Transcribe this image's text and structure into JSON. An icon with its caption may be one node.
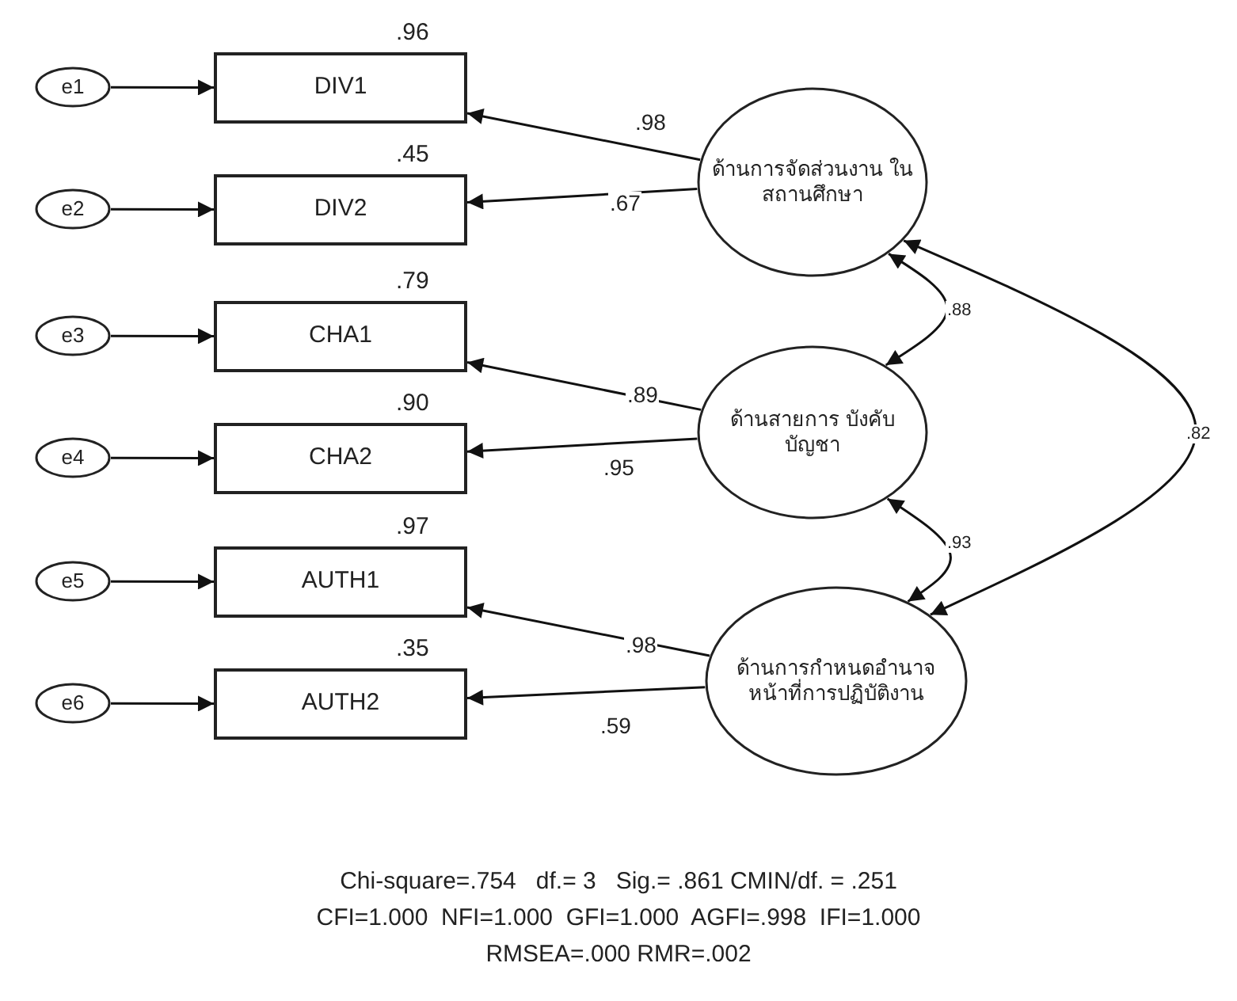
{
  "diagram": {
    "nodes": [
      {
        "text": [
          "e1"
        ]
      },
      {
        "text": [
          "e2"
        ]
      },
      {
        "text": [
          "e3"
        ]
      },
      {
        "text": [
          "e4"
        ]
      },
      {
        "text": [
          "e5"
        ]
      },
      {
        "text": [
          "e6"
        ]
      },
      {
        "text": [
          "DIV1"
        ],
        "beside": [
          ".96"
        ]
      },
      {
        "text": [
          "DIV2"
        ],
        "beside": [
          ".45"
        ]
      },
      {
        "text": [
          "CHA1"
        ],
        "beside": [
          ".79"
        ]
      },
      {
        "text": [
          "CHA2"
        ],
        "beside": [
          ".90"
        ]
      },
      {
        "text": [
          "AUTH1"
        ],
        "beside": [
          ".97"
        ]
      },
      {
        "text": [
          "AUTH2"
        ],
        "beside": [
          ".35"
        ]
      },
      {
        "text": [
          "ด้านการจัดส่วนงาน ในสถานศึกษา"
        ]
      },
      {
        "text": [
          "ด้านสายการ บังคับบัญชา"
        ]
      },
      {
        "text": [
          "ด้านการกำหนดอำนาจ หน้าที่การปฏิบัติงาน"
        ]
      }
    ],
    "edges": [
      {
        "from": 0,
        "to": 6,
        "arrow": "to"
      },
      {
        "from": 1,
        "to": 7,
        "arrow": "to"
      },
      {
        "from": 2,
        "to": 8,
        "arrow": "to"
      },
      {
        "from": 3,
        "to": 9,
        "arrow": "to"
      },
      {
        "from": 4,
        "to": 10,
        "arrow": "to"
      },
      {
        "from": 5,
        "to": 11,
        "arrow": "to"
      },
      {
        "from": 12,
        "to": 6,
        "arrow": "to",
        "label": ".98"
      },
      {
        "from": 12,
        "to": 7,
        "arrow": "to",
        "label": ".67"
      },
      {
        "from": 13,
        "to": 8,
        "arrow": "to",
        "label": ".89"
      },
      {
        "from": 13,
        "to": 9,
        "arrow": "to",
        "label": ".95"
      },
      {
        "from": 14,
        "to": 10,
        "arrow": "to",
        "label": ".98"
      },
      {
        "from": 14,
        "to": 11,
        "arrow": "to",
        "label": ".59"
      },
      {
        "from": 12,
        "to": 13,
        "arrow": "both",
        "label": ".88"
      },
      {
        "from": 13,
        "to": 14,
        "arrow": "both",
        "label": ".93"
      },
      {
        "from": 12,
        "to": 14,
        "arrow": "both",
        "label": ".82"
      }
    ],
    "labels": [
      "Chi-square=.754   df.= 3   Sig.= .861 CMIN/df. = .251",
      "CFI=1.000  NFI=1.000  GFI=1.000  AGFI=.998  IFI=1.000",
      "RMSEA=.000 RMR=.002"
    ]
  }
}
